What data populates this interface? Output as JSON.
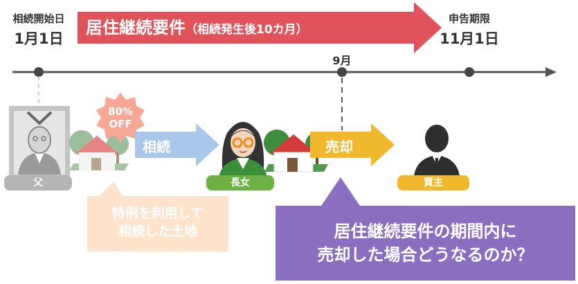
{
  "timeline": {
    "start_label": "相続開始日",
    "start_date": "1月1日",
    "deadline_label": "申告期限",
    "deadline_date": "11月1日",
    "sale_month": "9月"
  },
  "requirement_arrow": {
    "title": "居住継続要件",
    "subtitle": "（相続発生後10カ月）",
    "color": "#e0535b"
  },
  "people": {
    "father": "父",
    "daughter": "長女",
    "buyer": "買主"
  },
  "badge": {
    "percent": "80%",
    "off": "OFF"
  },
  "flow": {
    "inherit": "相続",
    "sell": "売却"
  },
  "note_land": {
    "line1": "特例を利用して",
    "line2": "相続した土地"
  },
  "question": {
    "line1": "居住継続要件の期間内に",
    "line2": "売却した場合どうなるのか？"
  },
  "colors": {
    "timeline": "#555555",
    "inherit_arrow": "#a9c7e8",
    "sell_arrow": "#f0b82c",
    "daughter_tag": "#6db144",
    "buyer_tag": "#f0b82c",
    "father_tag": "#b5b5b5",
    "question_box": "#8a6fc0",
    "land_note": "#fde3cc",
    "badge": "#f6a795"
  }
}
